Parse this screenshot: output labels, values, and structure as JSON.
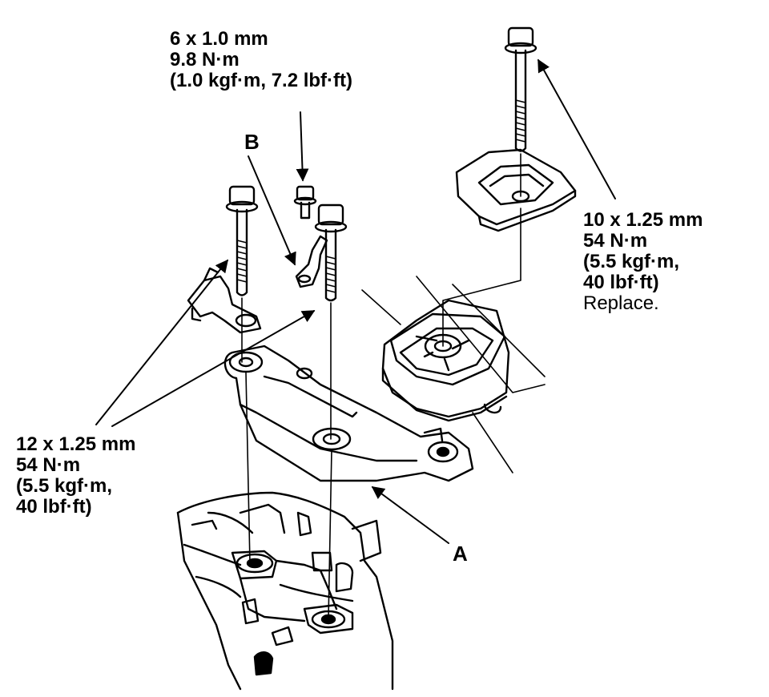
{
  "labels": {
    "top_bolt": {
      "line1": "6 x 1.0 mm",
      "line2": "9.8 N·m",
      "line3": "(1.0 kgf·m, 7.2 lbf·ft)"
    },
    "right_bolt": {
      "line1": "10 x 1.25 mm",
      "line2": "54 N·m",
      "line3": "(5.5 kgf·m,",
      "line4": "40 lbf·ft)",
      "line5": "Replace."
    },
    "left_bolts": {
      "line1": "12 x 1.25 mm",
      "line2": "54 N·m",
      "line3": "(5.5 kgf·m,",
      "line4": "40 lbf·ft)"
    }
  },
  "callouts": {
    "a": "A",
    "b": "B"
  },
  "colors": {
    "ink": "#000000",
    "paper": "#ffffff"
  }
}
